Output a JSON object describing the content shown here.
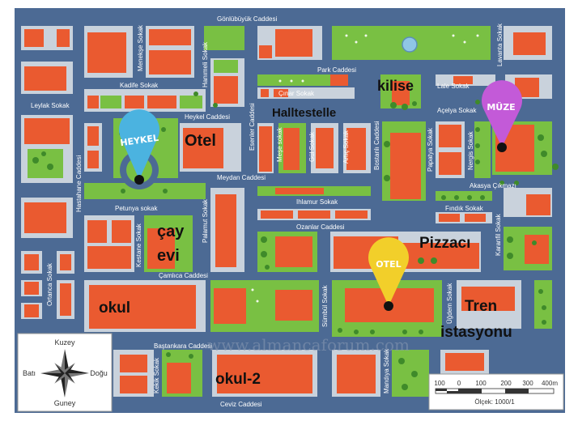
{
  "colors": {
    "road": "#4c6a94",
    "block_border": "#c9d2dc",
    "building": "#ea5a30",
    "grass": "#79c043",
    "museum_pin": "#c35ad8",
    "statue_pin": "#4bb3e0",
    "hotel_pin": "#f2cf2a"
  },
  "streets": {
    "gonlubuyuk": "Gönlübüyük Caddesi",
    "park": "Park Caddesi",
    "kadife": "Kadife Sokak",
    "leylak": "Leylak Sokak",
    "menekse": "Menekşe Sokak",
    "hanimeli": "Hanımeli Sokak",
    "heykel": "Heykel Caddesi",
    "cinar": "Çınar Sokak",
    "lale": "Lale Sokak",
    "acelya": "Açelya Sokak",
    "lavanta": "Lavanta Sokak",
    "esenler": "Esenler Caddesi",
    "hastahane": "Hastahane Caddesi",
    "meydan": "Meydan Caddesi",
    "mese": "Meşe sokak",
    "gul": "Gül Sokak",
    "artic": "Artıç Sokak",
    "bostanlı": "Bostanlı Caddesi",
    "papatya": "Papatya Sokak",
    "nergis": "Nergis Sokak",
    "akasya": "Akasya Çıkmazı",
    "ihlamur": "Ihlamur Sokak",
    "findik": "Fındık Sokak",
    "petunya": "Petunya sokak",
    "palamut": "Palamut Sokak",
    "kestane": "Kestane Sokak",
    "ozanlar": "Ozanlar Caddesi",
    "karanfil": "Karanfil Sokak",
    "ortanca": "Ortanca Sokak",
    "camlica": "Çamlıca Caddesi",
    "sumbul": "Sümbül Sokak",
    "ugdem": "Üğdem Sokak",
    "bastankara": "Baştankara Caddesi",
    "kekik": "Kekik Sokak",
    "mandiya": "Mandıya Sokak",
    "ceviz": "Ceviz Caddesi"
  },
  "places": {
    "kilise": "kilise",
    "halltestelle": "Halltestelle",
    "otel": "Otel",
    "cay": "çay",
    "evi": "evi",
    "pizzaci": "Pizzacı",
    "okul": "okul",
    "tren": "Tren",
    "istasyonu": "istasyonu",
    "okul2": "okul-2"
  },
  "pins": {
    "heykel": "HEYKEL",
    "muze": "MÜZE",
    "otel": "OTEL"
  },
  "compass": {
    "north": "Kuzey",
    "south": "Guney",
    "west": "Batı",
    "east": "Doğu"
  },
  "scale": {
    "ticks": [
      "100",
      "0",
      "100",
      "200",
      "300",
      "400m"
    ],
    "caption": "Ölçek: 1000/1"
  },
  "watermark": "www.almancaforum.com"
}
